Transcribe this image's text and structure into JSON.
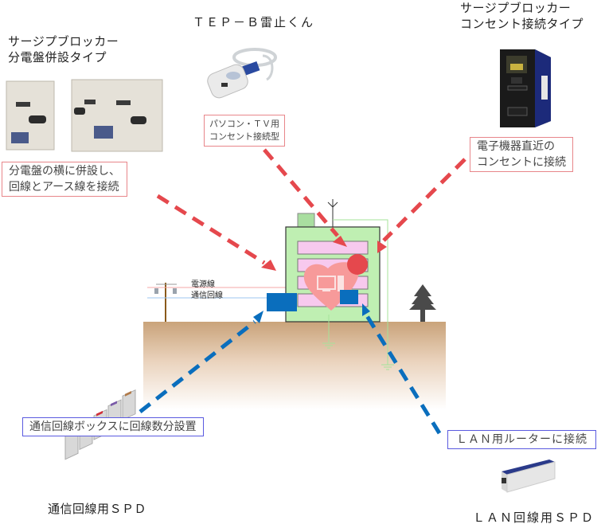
{
  "products": {
    "panel_type": {
      "title_line1": "サージプブロッカー",
      "title_line2": "分電盤併設タイプ",
      "callout_line1": "分電盤の横に併設し、",
      "callout_line2": "回線とアース線を接続"
    },
    "tep_b": {
      "title": "ＴＥＰ－Ｂ雷止くん",
      "callout_line1": "パソコン・ＴＶ用",
      "callout_line2": "コンセント接続型"
    },
    "outlet_type": {
      "title_line1": "サージプブロッカー",
      "title_line2": "コンセント接続タイプ",
      "callout_line1": "電子機器直近の",
      "callout_line2": "コンセントに接続"
    },
    "comm_spd": {
      "callout": "通信回線ボックスに回線数分設置",
      "label": "通信回線用ＳＰＤ"
    },
    "lan_spd": {
      "callout": "ＬＡＮ用ルーターに接続",
      "label": "ＬＡＮ回線用ＳＰＤ"
    }
  },
  "scene": {
    "power_line_label": "電源線",
    "comm_line_label": "通信回線"
  },
  "colors": {
    "red_arrow": "#e5484d",
    "blue_arrow": "#0a6ebd",
    "house_fill": "#bfefb2",
    "floor_fill": "#f7c9ee",
    "heart": "#f79a9a",
    "ground_top": "#c9a37a",
    "tree": "#4a4a4a"
  }
}
